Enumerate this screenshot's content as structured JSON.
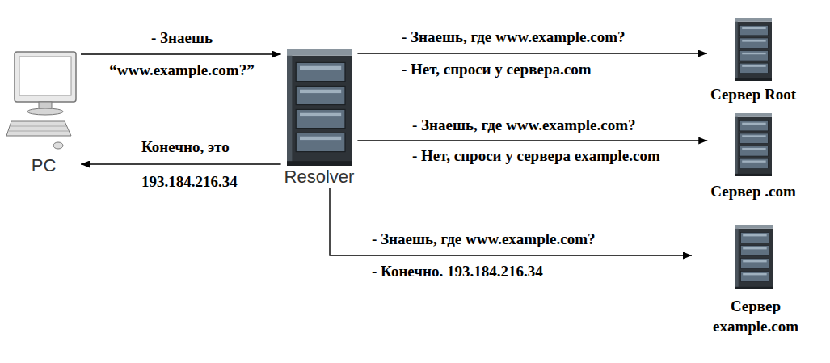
{
  "diagram": {
    "nodes": [
      {
        "text": [
          "PC"
        ]
      },
      {
        "text": [
          "Resolver"
        ]
      },
      {
        "text": [
          "Сервер Root"
        ]
      },
      {
        "text": [
          "Сервер .com"
        ]
      },
      {
        "text": [
          "Сервер example.com"
        ]
      }
    ],
    "edges": [
      {
        "from": 0,
        "to": 1,
        "arrow": "to",
        "label": "- Знаешь “www.example.com?”"
      },
      {
        "from": 1,
        "to": 2,
        "arrow": "to",
        "label": "- Знаешь, где www.example.com?"
      },
      {
        "from": 1,
        "to": 3,
        "arrow": "to",
        "label": "- Знаешь, где www.example.com?"
      },
      {
        "from": 1,
        "to": 4,
        "arrow": "to",
        "label": "- Знаешь, где www.example.com?"
      },
      {
        "from": 1,
        "to": 0,
        "arrow": "to",
        "label": "Конечно, это 193.184.216.34"
      }
    ],
    "labels": [
      "- Нет, спроси у сервера.com",
      "- Нет, спроси у сервера example.com",
      "- Конечно. 193.184.216.34"
    ]
  }
}
